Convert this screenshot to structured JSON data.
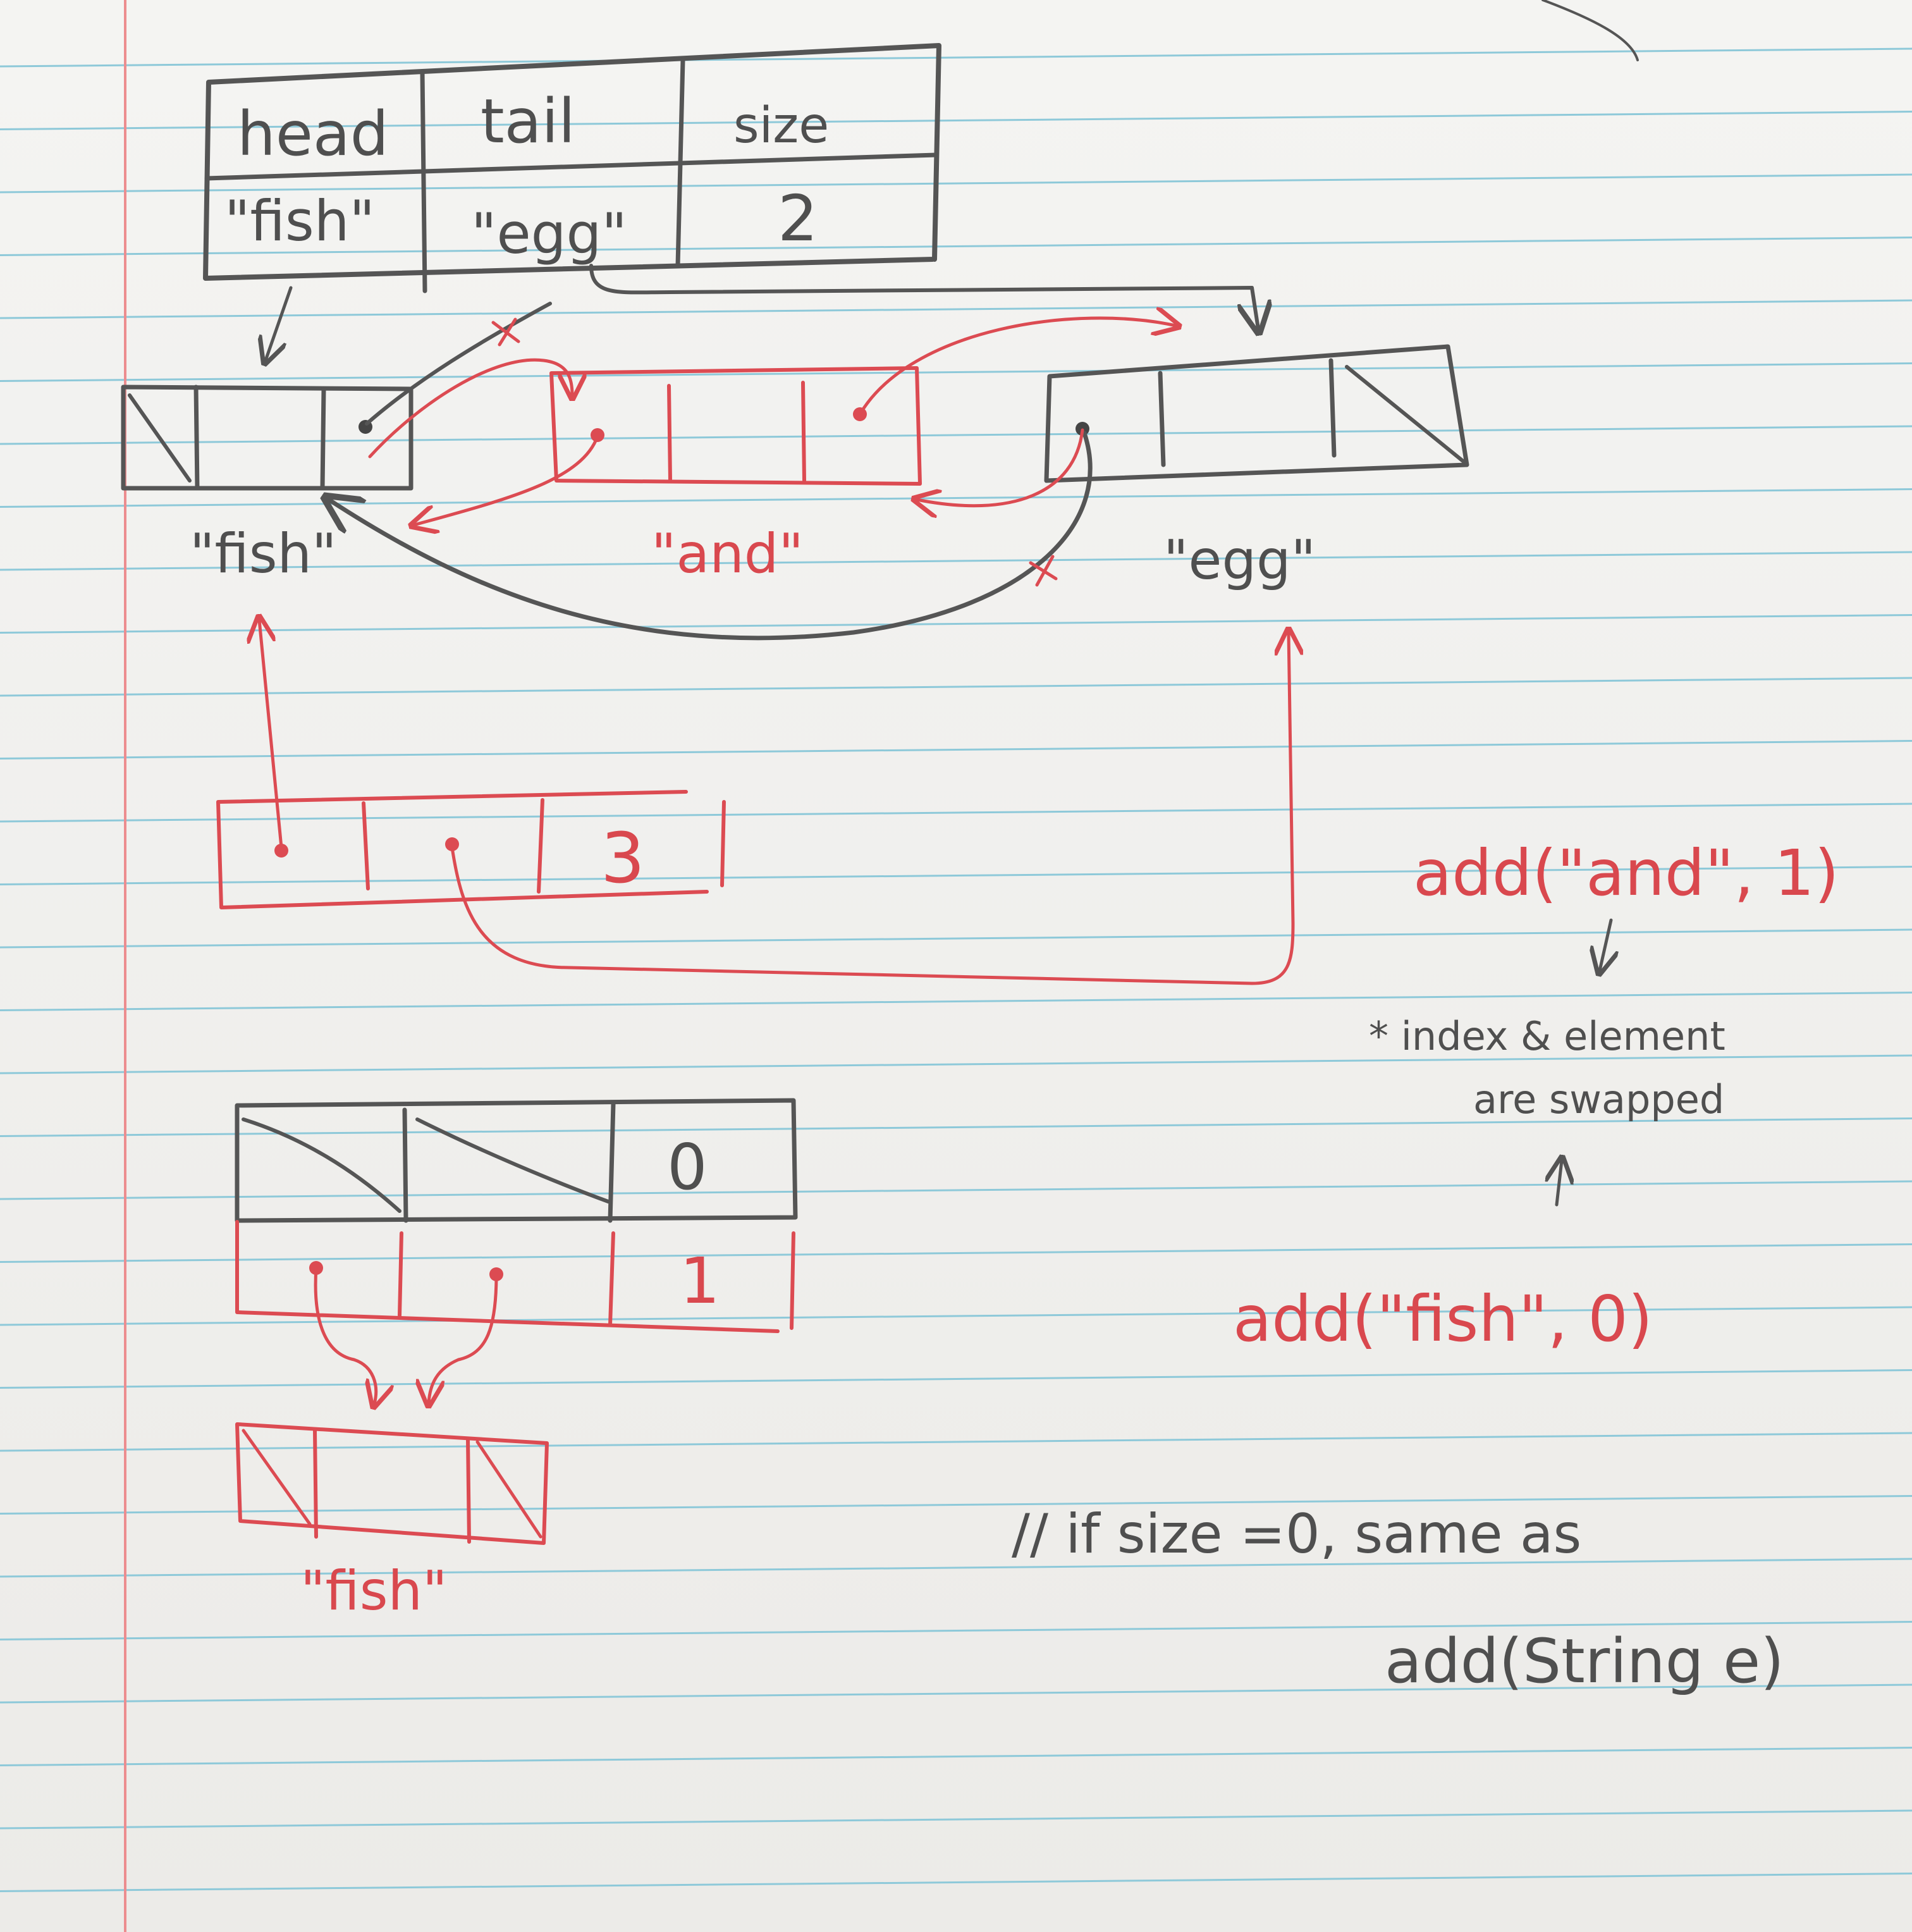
{
  "colors": {
    "paper": "#f1f1ef",
    "rule_line": "#8ec9d9",
    "margin_line": "#ec8d8f",
    "pencil": "#555555",
    "red_pen": "#dc4b52"
  },
  "header_table": {
    "labels": [
      "head",
      "tail",
      "size"
    ],
    "values": [
      "\"fish\"",
      "\"egg\"",
      "2"
    ]
  },
  "top_nodes": {
    "fish_label": "\"fish\"",
    "and_label": "\"and\"",
    "egg_label": "\"egg\""
  },
  "middle_record": {
    "size_value": "3"
  },
  "bottom_record": {
    "old_size": "0",
    "new_size": "1",
    "node_label": "\"fish\""
  },
  "notes": {
    "call_and": "add(\"and\", 1)",
    "swap_note_line1": "* index & element",
    "swap_note_line2": "are swapped",
    "call_fish": "add(\"fish\", 0)",
    "comment_line1": "// if size =0, same as",
    "comment_line2": "add(String e)"
  }
}
